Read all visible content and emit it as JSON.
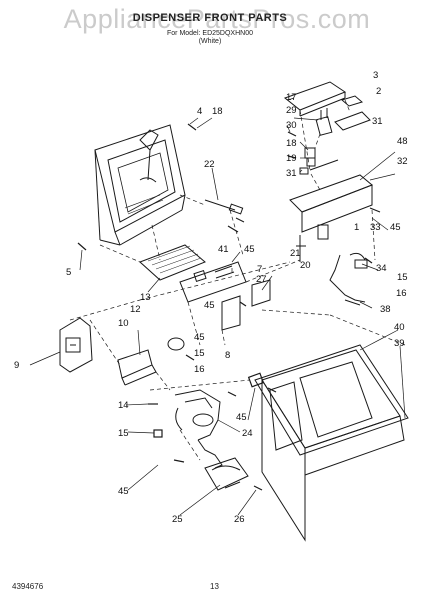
{
  "watermark": "AppliancePartsPros.com",
  "header": {
    "title": "DISPENSER FRONT PARTS",
    "subtitle": "For Model: ED25DQXHN00",
    "color": "(White)"
  },
  "footer": {
    "left_code": "4394676",
    "page_number": "13"
  },
  "callouts": [
    "1",
    "2",
    "3",
    "4",
    "5",
    "7",
    "8",
    "9",
    "10",
    "12",
    "13",
    "14",
    "15",
    "16",
    "17",
    "18",
    "19",
    "20",
    "21",
    "22",
    "24",
    "25",
    "26",
    "27",
    "29",
    "30",
    "31",
    "32",
    "33",
    "34",
    "38",
    "39",
    "40",
    "41",
    "45",
    "48"
  ]
}
